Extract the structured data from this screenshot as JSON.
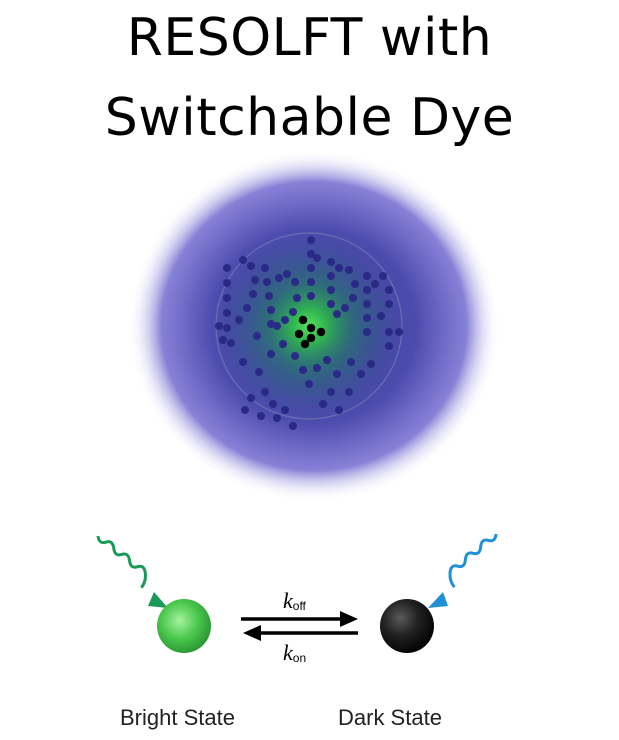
{
  "title": {
    "line1": "RESOLFT with",
    "line2": "Switchable Dye"
  },
  "colors": {
    "depletion_purple": "#6a62c9",
    "excitation_green": "#2fc04a",
    "molecule_dot": "#2a2a86",
    "active_dot": "#000000",
    "green_arrow": "#1a9a58",
    "blue_arrow": "#1f8fd6",
    "bright_state": "#4cc94e",
    "dark_state": "#151515"
  },
  "diagram": {
    "rate_off_symbol": "k",
    "rate_off_subscript": "off",
    "rate_on_symbol": "k",
    "rate_on_subscript": "on",
    "bright_state_label": "Bright State",
    "dark_state_label": "Dark State"
  }
}
